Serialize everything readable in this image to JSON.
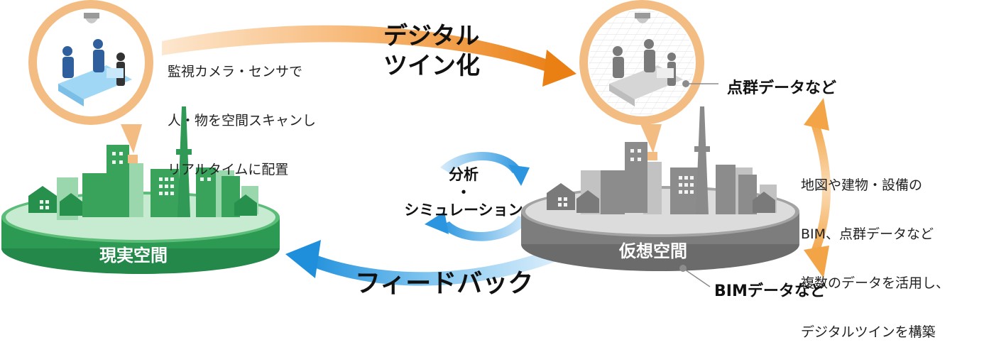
{
  "capture_text": {
    "line1": "監視カメラ・センサで",
    "line2": "人・物を空間スキャンし",
    "line3": "リアルタイムに配置"
  },
  "digital_twin_label": {
    "line1": "デジタル",
    "line2": "ツイン化"
  },
  "point_cloud_label": "点群データなど",
  "integration_text": {
    "line1": "地図や建物・設備の",
    "line2": "BIM、点群データなど",
    "line3": "複数のデータを活用し、",
    "line4": "デジタルツインを構築"
  },
  "analysis_label": {
    "line1": "分析",
    "line2": "・",
    "line3": "シミュレーション"
  },
  "real_space_label": "現実空間",
  "virtual_space_label": "仮想空間",
  "feedback_label": "フィードバック",
  "bim_label": "BIMデータなど",
  "colors": {
    "real_green": "#3aa35b",
    "real_green_dark": "#23884a",
    "virtual_gray": "#8c8c8c",
    "virtual_gray_dark": "#6b6b6b",
    "bubble_ring": "#f2bc82",
    "arrow_orange": "#ee8a1e",
    "arrow_blue": "#2e9be0"
  }
}
